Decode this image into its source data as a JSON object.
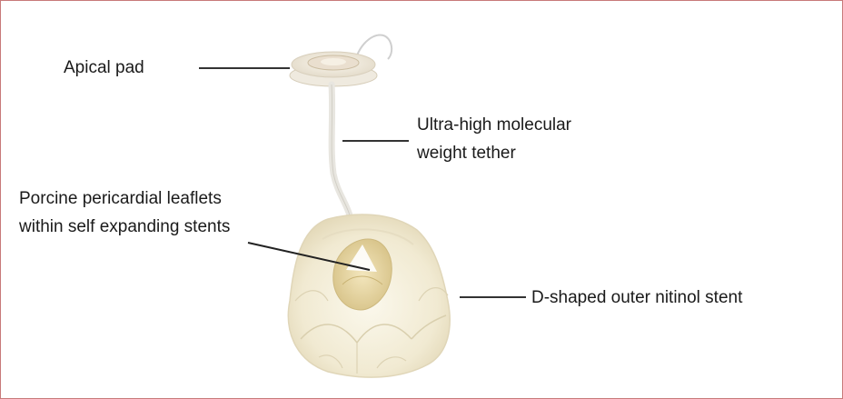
{
  "labels": {
    "apical_pad": "Apical pad",
    "tether_line1": "Ultra-high molecular",
    "tether_line2": "weight tether",
    "leaflets_line1": "Porcine pericardial leaflets",
    "leaflets_line2": "within self expanding stents",
    "outer_stent": "D-shaped outer nitinol stent"
  },
  "colors": {
    "border": "#c87a7a",
    "leader_line": "#333333",
    "device_body": "#f4efdd",
    "device_shadow": "#dcd2b4",
    "leaflet": "#e9d9a4"
  }
}
